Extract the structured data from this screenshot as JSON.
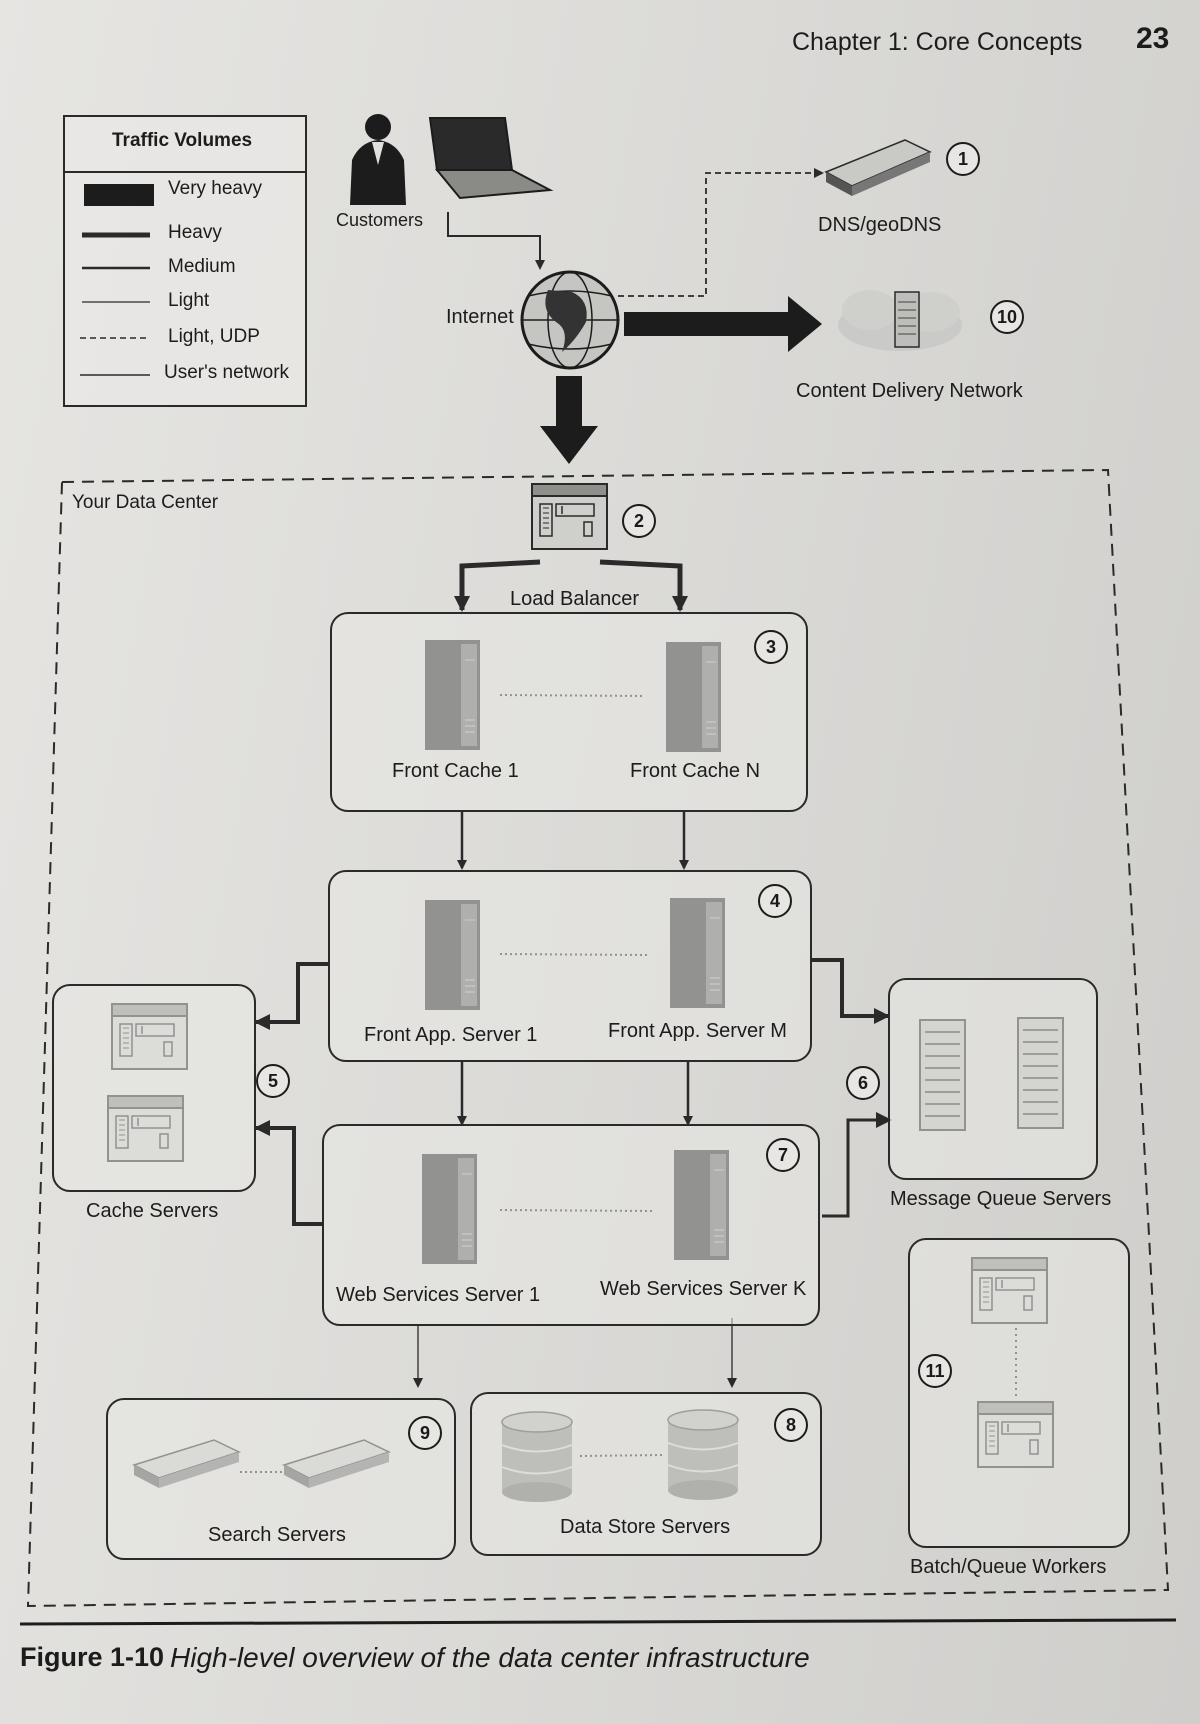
{
  "header": {
    "chapter": "Chapter 1: Core Concepts",
    "page_number": "23"
  },
  "legend": {
    "title": "Traffic Volumes",
    "items": [
      {
        "label": "Very heavy"
      },
      {
        "label": "Heavy"
      },
      {
        "label": "Medium"
      },
      {
        "label": "Light"
      },
      {
        "label": "Light, UDP"
      },
      {
        "label": "User's network"
      }
    ]
  },
  "diagram": {
    "customers": "Customers",
    "internet": "Internet",
    "dns": "DNS/geoDNS",
    "cdn": "Content Delivery Network",
    "data_center": "Your Data Center",
    "load_balancer": "Load Balancer",
    "front_cache_1": "Front Cache 1",
    "front_cache_n": "Front Cache N",
    "front_app_1": "Front App. Server 1",
    "front_app_m": "Front App. Server M",
    "cache_servers": "Cache Servers",
    "message_queue": "Message Queue Servers",
    "web_services_1": "Web Services Server 1",
    "web_services_k": "Web Services Server K",
    "search_servers": "Search Servers",
    "data_store": "Data Store Servers",
    "batch_workers": "Batch/Queue Workers",
    "markers": [
      "1",
      "2",
      "3",
      "4",
      "5",
      "6",
      "7",
      "8",
      "9",
      "10",
      "11"
    ]
  },
  "caption": {
    "label": "Figure 1-10",
    "text": "High-level overview of the data center infrastructure"
  }
}
